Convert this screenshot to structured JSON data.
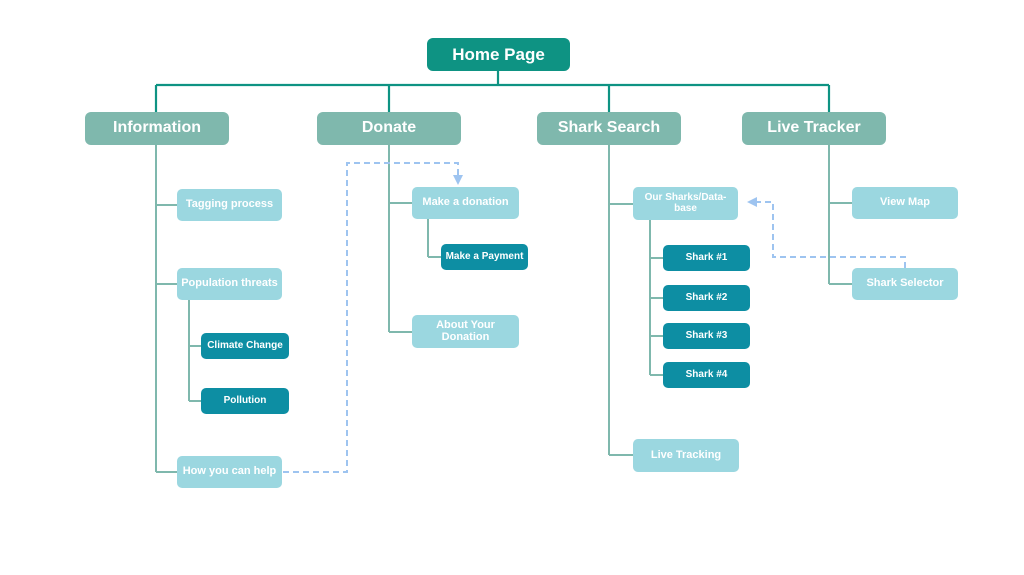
{
  "root": "Home Page",
  "sections": {
    "information": {
      "label": "Information",
      "children": {
        "tagging": "Tagging process",
        "threats": "Population threats",
        "climate": "Climate Change",
        "pollution": "Pollution",
        "help": "How you can help"
      }
    },
    "donate": {
      "label": "Donate",
      "children": {
        "make_donation": "Make a donation",
        "make_payment": "Make a Payment",
        "about_donation": "About Your Donation"
      }
    },
    "shark_search": {
      "label": "Shark Search",
      "children": {
        "database": "Our Sharks/Data-\nbase",
        "shark1": "Shark #1",
        "shark2": "Shark #2",
        "shark3": "Shark #3",
        "shark4": "Shark #4",
        "live_tracking": "Live Tracking"
      }
    },
    "live_tracker": {
      "label": "Live Tracker",
      "children": {
        "view_map": "View Map",
        "selector": "Shark Selector"
      }
    }
  },
  "colors": {
    "root": "#0e9383",
    "level1": "#7fb8ad",
    "level2": "#9bd7e0",
    "level3": "#0d8ea3",
    "connector_primary": "#0e9383",
    "connector_secondary": "#7fb8ad",
    "cross_link": "#9ec4f0"
  }
}
